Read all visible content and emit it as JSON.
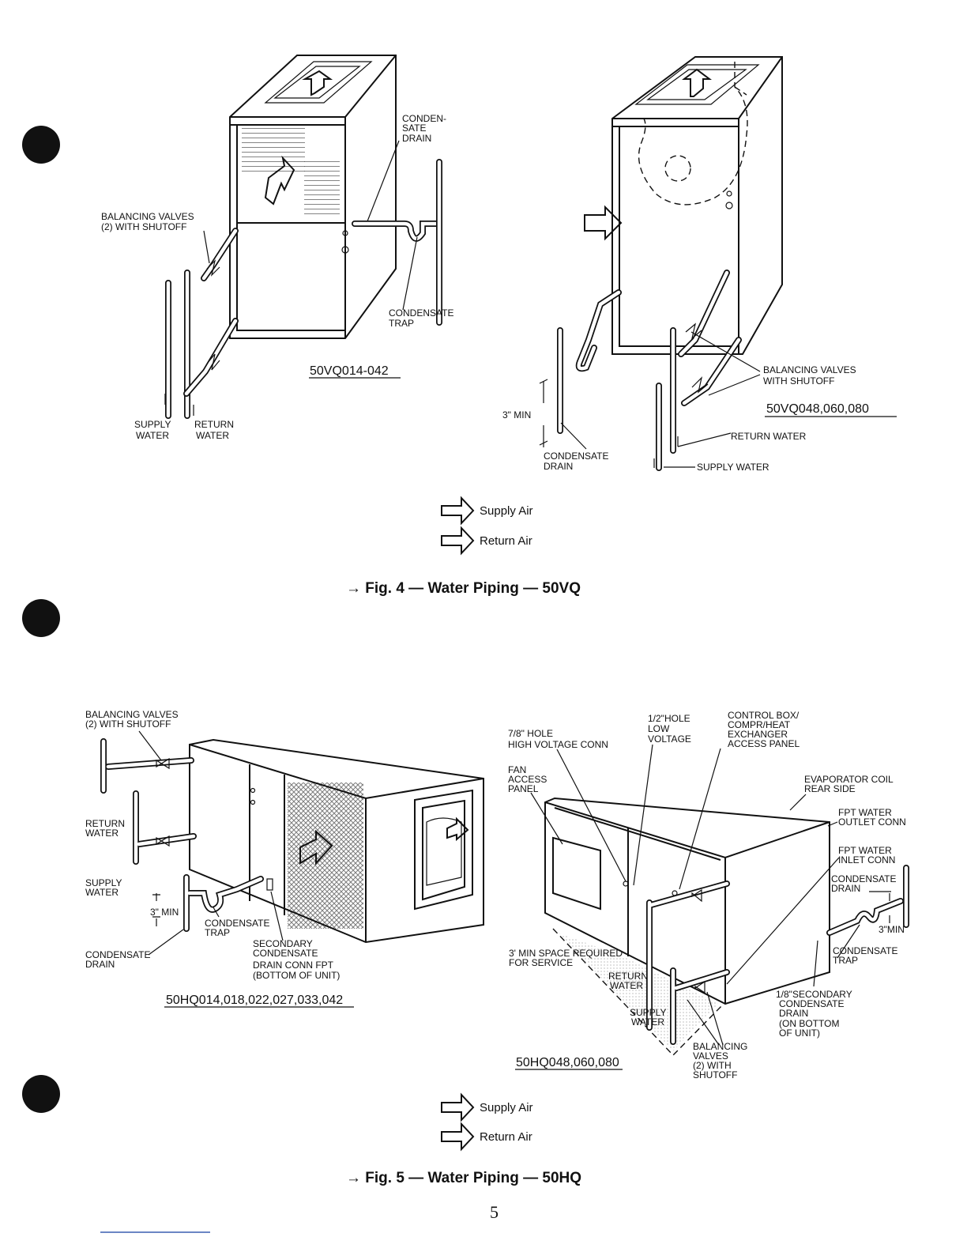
{
  "fig4": {
    "left": {
      "condensate_drain": [
        "CONDEN-",
        "SATE",
        "DRAIN"
      ],
      "balancing_valves": [
        "BALANCING VALVES",
        "(2) WITH SHUTOFF"
      ],
      "condensate_trap": [
        "CONDENSATE",
        "TRAP"
      ],
      "model": "50VQ014-042",
      "supply_water": [
        "SUPPLY",
        "WATER"
      ],
      "return_water": [
        "RETURN",
        "WATER"
      ]
    },
    "right": {
      "balancing_valves": [
        "BALANCING VALVES",
        "WITH SHUTOFF"
      ],
      "model": "50VQ048,060,080",
      "three_in_min": "3\" MIN",
      "return_water": "RETURN WATER",
      "condensate_drain": [
        "CONDENSATE",
        "DRAIN"
      ],
      "supply_water": "SUPPLY WATER"
    },
    "legend": {
      "supply_air": "Supply Air",
      "return_air": "Return Air"
    },
    "caption": "→ Fig. 4 — Water Piping — 50VQ"
  },
  "fig5": {
    "left": {
      "balancing_valves": [
        "BALANCING VALVES",
        "(2) WITH SHUTOFF"
      ],
      "return_water": [
        "RETURN",
        "WATER"
      ],
      "supply_water": [
        "SUPPLY",
        "WATER"
      ],
      "three_in_min": "3\" MIN",
      "condensate_trap": [
        "CONDENSATE",
        "TRAP"
      ],
      "condensate_drain": [
        "CONDENSATE",
        "DRAIN"
      ],
      "secondary": [
        "SECONDARY",
        "CONDENSATE",
        "DRAIN CONN   FPT",
        "(BOTTOM OF UNIT)"
      ],
      "model": "50HQ014,018,022,027,033,042"
    },
    "right": {
      "hole_high": [
        "7/8\" HOLE",
        "HIGH VOLTAGE CONN"
      ],
      "hole_low": [
        "1/2\"HOLE",
        "LOW",
        "VOLTAGE"
      ],
      "control_box": [
        "CONTROL BOX/",
        "COMPR/HEAT",
        "EXCHANGER",
        "ACCESS PANEL"
      ],
      "fan_access": [
        "FAN",
        "ACCESS",
        "PANEL"
      ],
      "evap_coil": [
        "EVAPORATOR COIL",
        "REAR SIDE"
      ],
      "fpt_outlet": [
        "FPT WATER",
        "OUTLET CONN"
      ],
      "fpt_inlet": [
        "FPT WATER",
        "INLET CONN"
      ],
      "condensate_drain": [
        "CONDENSATE",
        "DRAIN"
      ],
      "three_in_min": "3\"MIN",
      "condensate_trap": [
        "CONDENSATE",
        "TRAP"
      ],
      "service_space": [
        "3' MIN SPACE REQUIRED",
        "FOR SERVICE"
      ],
      "return_water": [
        "RETURN",
        "WATER"
      ],
      "supply_water": [
        "SUPPLY",
        "WATER"
      ],
      "secondary": [
        "1/8\"SECONDARY",
        "CONDENSATE",
        "DRAIN",
        "(ON BOTTOM",
        "OF UNIT)"
      ],
      "balancing_valves": [
        "BALANCING",
        "VALVES",
        "(2) WITH",
        "SHUTOFF"
      ],
      "model": "50HQ048,060,080"
    },
    "legend": {
      "supply_air": "Supply Air",
      "return_air": "Return Air"
    },
    "caption": "→ Fig. 5 — Water Piping — 50HQ"
  },
  "page_number": "5"
}
